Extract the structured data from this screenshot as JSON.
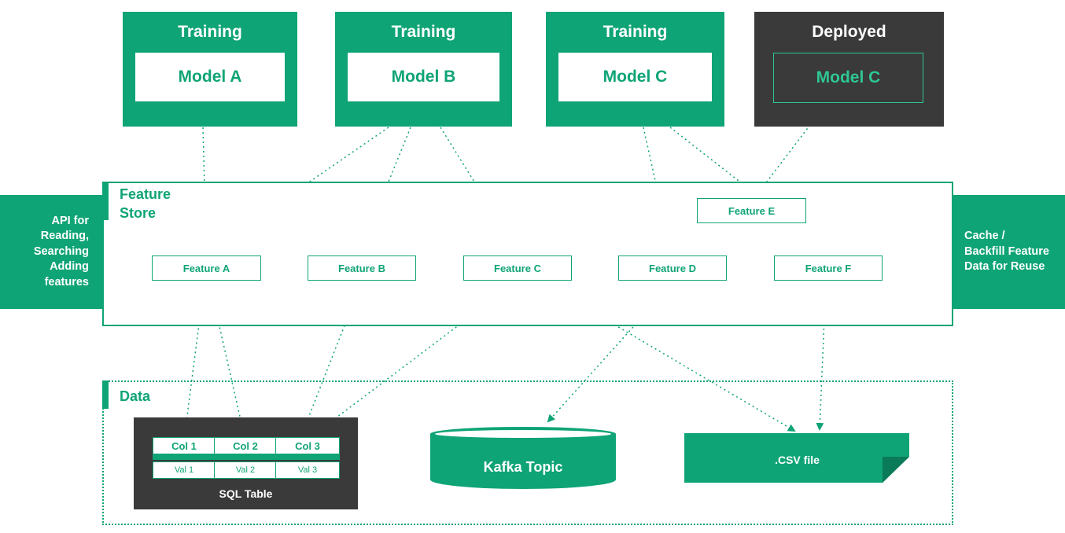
{
  "colors": {
    "accent": "#0fa476",
    "accent_light": "#2ec794",
    "dark": "#3a3a3a",
    "background": "#ffffff"
  },
  "models": [
    {
      "status": "Training",
      "name": "Model A"
    },
    {
      "status": "Training",
      "name": "Model B"
    },
    {
      "status": "Training",
      "name": "Model C"
    },
    {
      "status": "Deployed",
      "name": "Model C"
    }
  ],
  "side_left": {
    "lines": [
      "API for",
      "Reading,",
      "Searching",
      "Adding",
      "features"
    ]
  },
  "side_right": {
    "lines": [
      "Cache /",
      "Backfill Feature",
      "Data for Reuse"
    ]
  },
  "feature_store": {
    "title_lines": [
      "Feature",
      "Store"
    ],
    "features": [
      "Feature A",
      "Feature B",
      "Feature C",
      "Feature D",
      "Feature E",
      "Feature F"
    ]
  },
  "data_section": {
    "title": "Data",
    "sql_table": {
      "columns": [
        "Col 1",
        "Col 2",
        "Col 3"
      ],
      "values": [
        "Val 1",
        "Val 2",
        "Val 3"
      ],
      "label": "SQL Table"
    },
    "kafka": {
      "label": "Kafka Topic"
    },
    "csv": {
      "label": ".CSV file"
    }
  }
}
